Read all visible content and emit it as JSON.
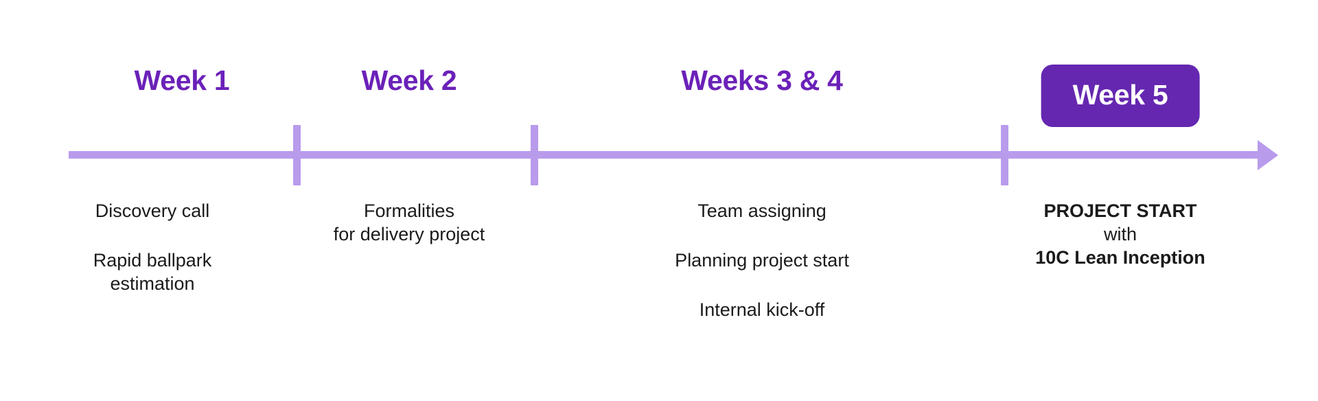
{
  "colors": {
    "brand_text": "#6b21b8",
    "brand_solid": "#6527b0",
    "axis": "#b99bec",
    "item_text": "#1b1b1b",
    "background": "#ffffff"
  },
  "timeline": {
    "axis_label": "project-timeline-axis",
    "periods": [
      {
        "id": "week-1",
        "heading": "Week 1",
        "highlighted": false,
        "items": [
          {
            "lines": [
              {
                "text": "Discovery call",
                "bold": false
              }
            ]
          },
          {
            "lines": [
              {
                "text": "Rapid ballpark",
                "bold": false
              },
              {
                "text": "estimation",
                "bold": false
              }
            ]
          }
        ]
      },
      {
        "id": "week-2",
        "heading": "Week 2",
        "highlighted": false,
        "items": [
          {
            "lines": [
              {
                "text": "Formalities",
                "bold": false
              },
              {
                "text": "for delivery project",
                "bold": false
              }
            ]
          }
        ]
      },
      {
        "id": "weeks-3-4",
        "heading": "Weeks 3 & 4",
        "highlighted": false,
        "items": [
          {
            "lines": [
              {
                "text": "Team assigning",
                "bold": false
              }
            ]
          },
          {
            "lines": [
              {
                "text": "Planning project start",
                "bold": false
              }
            ]
          },
          {
            "lines": [
              {
                "text": "Internal kick-off",
                "bold": false
              }
            ]
          }
        ]
      },
      {
        "id": "week-5",
        "heading": "Week 5",
        "highlighted": true,
        "items": [
          {
            "lines": [
              {
                "text": "PROJECT START",
                "bold": true
              },
              {
                "text": "with",
                "bold": false
              },
              {
                "text": "10C Lean Inception",
                "bold": true
              }
            ]
          }
        ]
      }
    ]
  }
}
